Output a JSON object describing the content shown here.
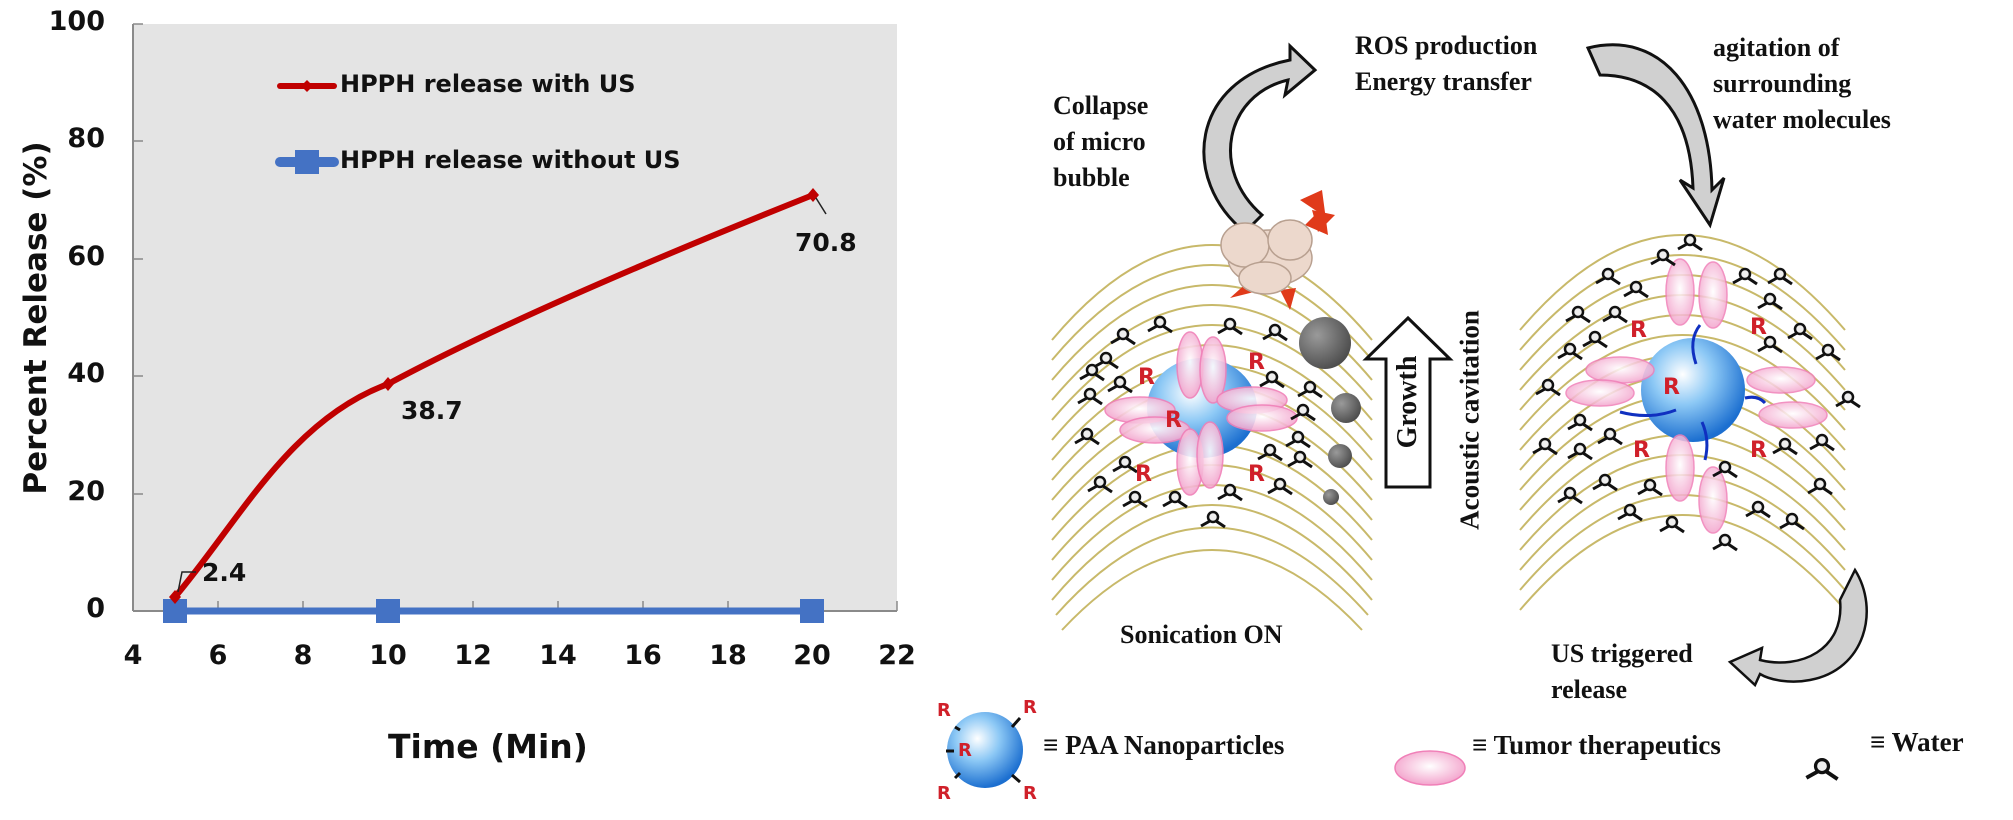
{
  "chart_data": {
    "type": "line",
    "title": "",
    "xlabel": "Time (Min)",
    "ylabel": "Percent Release (%)",
    "xlim": [
      4,
      22
    ],
    "ylim": [
      0,
      100
    ],
    "x_ticks": [
      "4",
      "6",
      "8",
      "10",
      "12",
      "14",
      "16",
      "18",
      "20",
      "22"
    ],
    "y_ticks": [
      "0",
      "20",
      "40",
      "60",
      "80",
      "100"
    ],
    "grid": false,
    "legend_position": "upper-left-inside",
    "plot_background": "#e4e4e4",
    "series": [
      {
        "name": "HPPH release with US",
        "color": "#c00000",
        "marker": "diamond",
        "smooth": true,
        "x": [
          5,
          10,
          20
        ],
        "values": [
          2.4,
          38.7,
          70.8
        ],
        "data_labels": [
          "2.4",
          "38.7",
          "70.8"
        ]
      },
      {
        "name": "HPPH release without US",
        "color": "#4472c4",
        "marker": "square",
        "smooth": false,
        "x": [
          5,
          10,
          20
        ],
        "values": [
          0,
          0,
          0
        ]
      }
    ]
  },
  "diagram": {
    "labels": {
      "collapse": [
        "Collapse",
        "of micro",
        "bubble"
      ],
      "ros": [
        "ROS production",
        "Energy transfer"
      ],
      "agitation": [
        "agitation of",
        "surrounding",
        "water molecules"
      ],
      "growth": "Growth",
      "acoustic": "Acoustic cavitation",
      "sonication": "Sonication ON",
      "us_release": [
        "US triggered",
        "release"
      ],
      "r_group": "R"
    },
    "legend": {
      "nanoparticle": "≡ PAA Nanoparticles",
      "therapeutics": "≡ Tumor therapeutics",
      "water": "≡ Water"
    },
    "colors": {
      "wave": "#c8b96a",
      "nanoparticle": "#3a8fe0",
      "therapeutic": "#f2a8cc",
      "r_label": "#d0202a",
      "bubble": "#666666",
      "explosion": "#e03a1a",
      "arrow_fill": "#c8c8c8"
    }
  }
}
